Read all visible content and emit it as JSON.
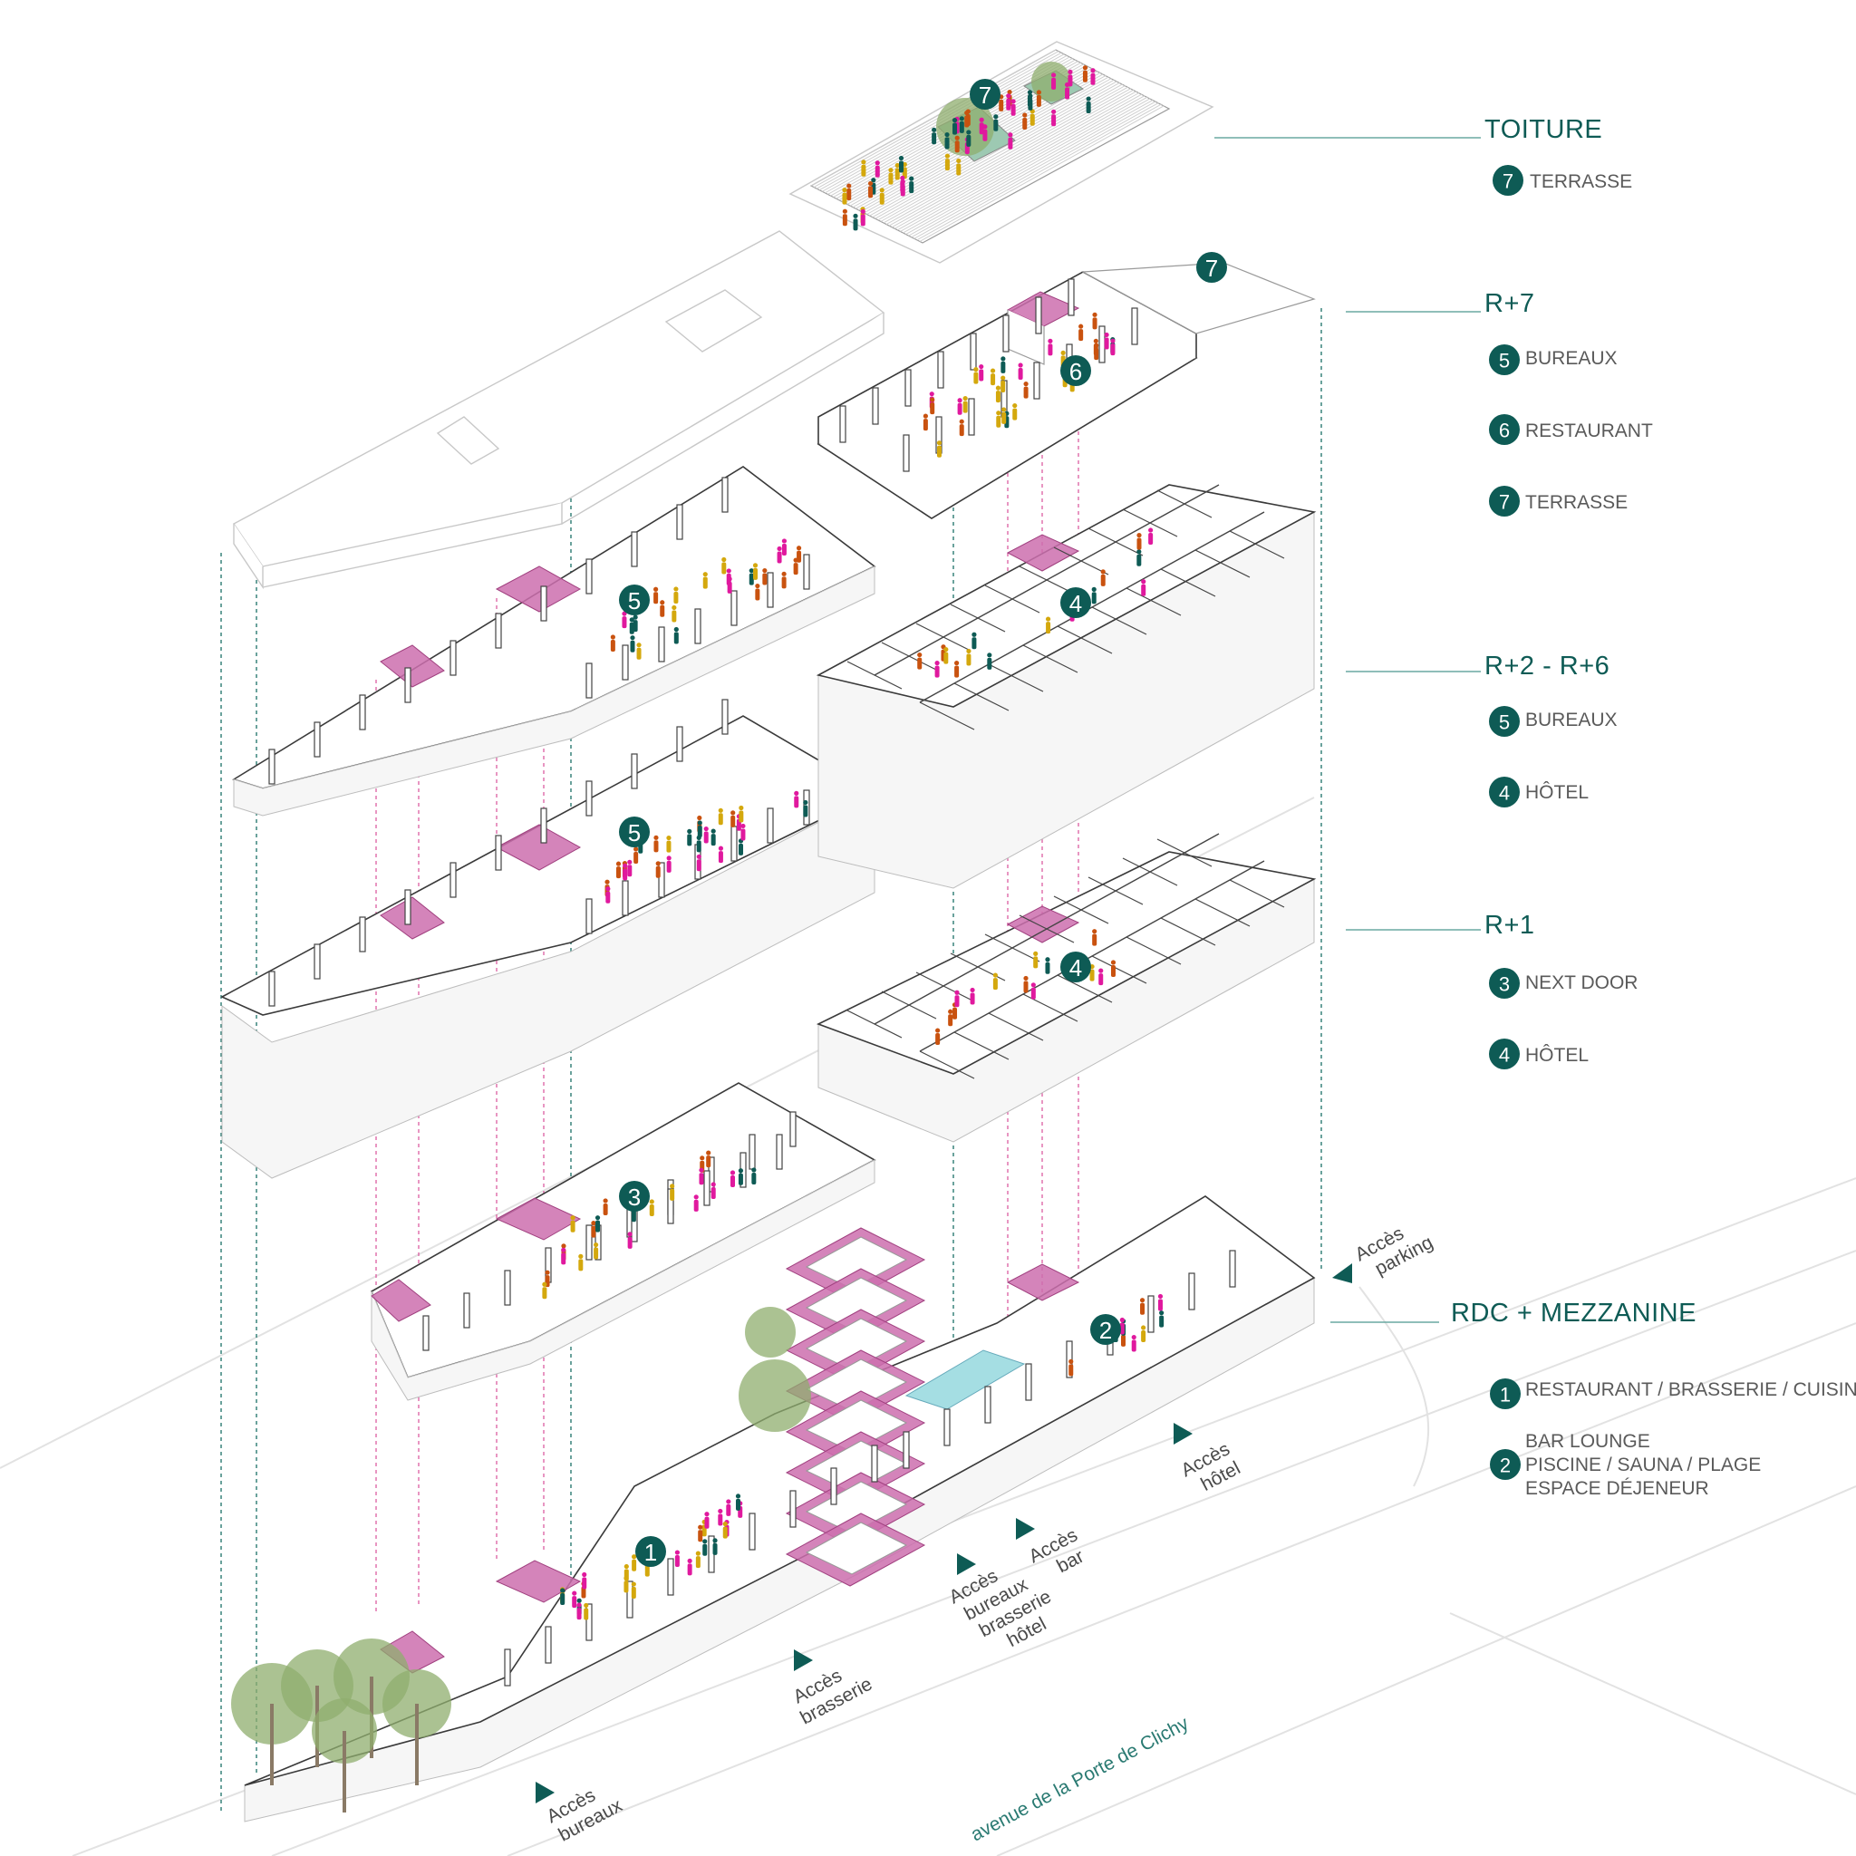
{
  "legend": {
    "levels": [
      {
        "title": "TOITURE",
        "items": [
          {
            "num": "7",
            "label": "TERRASSE"
          }
        ]
      },
      {
        "title": "R+7",
        "items": [
          {
            "num": "5",
            "label": "BUREAUX"
          },
          {
            "num": "6",
            "label": "RESTAURANT"
          },
          {
            "num": "7",
            "label": "TERRASSE"
          }
        ]
      },
      {
        "title": "R+2 - R+6",
        "items": [
          {
            "num": "5",
            "label": "BUREAUX"
          },
          {
            "num": "4",
            "label": "HÔTEL"
          }
        ]
      },
      {
        "title": "R+1",
        "items": [
          {
            "num": "3",
            "label": "NEXT DOOR"
          },
          {
            "num": "4",
            "label": "HÔTEL"
          }
        ]
      },
      {
        "title": "RDC + MEZZANINE",
        "items": [
          {
            "num": "1",
            "label": "RESTAURANT / BRASSERIE / CUISINE"
          },
          {
            "num": "2",
            "lines": [
              "BAR LOUNGE",
              "PISCINE / SAUNA / PLAGE",
              "ESPACE DÉJENEUR"
            ]
          }
        ]
      }
    ]
  },
  "diagram_badges": {
    "roof_terrace": "7",
    "r7_terrace": "7",
    "r7_restaurant": "6",
    "offices_upper": "5",
    "offices_mid": "5",
    "hotel_upper": "4",
    "hotel_r1": "4",
    "next_door": "3",
    "rdc_bar": "2",
    "rdc_restaurant": "1"
  },
  "access": {
    "parking": [
      "Accès",
      "parking"
    ],
    "hotel": [
      "Accès",
      "hôtel"
    ],
    "bar": [
      "Accès",
      "bar"
    ],
    "main": [
      "Accès",
      "bureaux",
      "brasserie",
      "hôtel"
    ],
    "brasserie": [
      "Accès",
      "brasserie"
    ],
    "bureaux": [
      "Accès",
      "bureaux"
    ]
  },
  "street_name": "avenue de la Porte de Clichy",
  "colors": {
    "brand_teal": "#0e5b55",
    "circulation_pink": "#cc6fae",
    "pool_blue": "#8fd6dc",
    "people": [
      "#e0199e",
      "#c9520f",
      "#d4a80d",
      "#0e5b55"
    ]
  }
}
